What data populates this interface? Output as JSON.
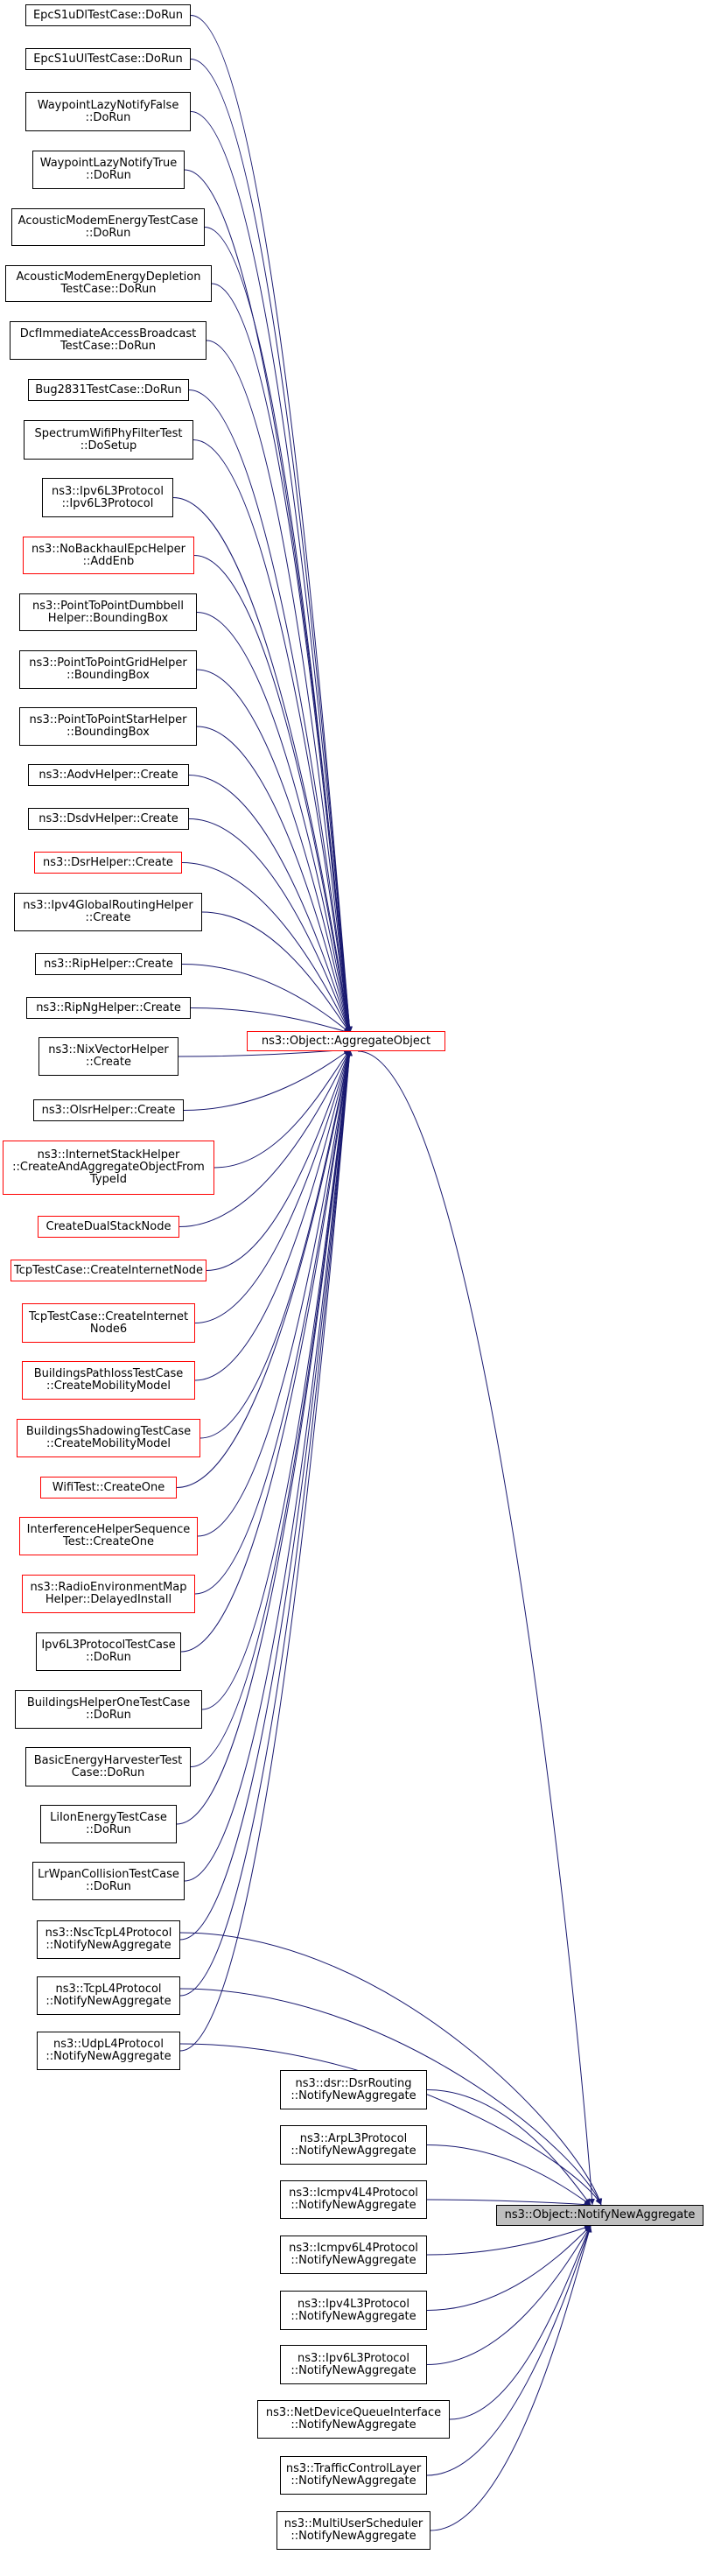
{
  "diagram": {
    "colors": {
      "edge": "#191970",
      "border": "#000000",
      "border_undocumented": "#ff0000",
      "target_fill": "#bfbfbf"
    },
    "root": {
      "lines": [
        "ns3::Object::NotifyNewAggregate"
      ]
    },
    "hub": {
      "lines": [
        "ns3::Object::AggregateObject"
      ],
      "border": "red"
    },
    "callers_of_hub": [
      {
        "lines": [
          "EpcS1uDlTestCase::DoRun"
        ],
        "border": "black"
      },
      {
        "lines": [
          "EpcS1uUlTestCase::DoRun"
        ],
        "border": "black"
      },
      {
        "lines": [
          "WaypointLazyNotifyFalse",
          "::DoRun"
        ],
        "border": "black"
      },
      {
        "lines": [
          "WaypointLazyNotifyTrue",
          "::DoRun"
        ],
        "border": "black"
      },
      {
        "lines": [
          "AcousticModemEnergyTestCase",
          "::DoRun"
        ],
        "border": "black"
      },
      {
        "lines": [
          "AcousticModemEnergyDepletion",
          "TestCase::DoRun"
        ],
        "border": "black"
      },
      {
        "lines": [
          "DcfImmediateAccessBroadcast",
          "TestCase::DoRun"
        ],
        "border": "black"
      },
      {
        "lines": [
          "Bug2831TestCase::DoRun"
        ],
        "border": "black"
      },
      {
        "lines": [
          "SpectrumWifiPhyFilterTest",
          "::DoSetup"
        ],
        "border": "black"
      },
      {
        "lines": [
          "ns3::Ipv6L3Protocol",
          "::Ipv6L3Protocol"
        ],
        "border": "black"
      },
      {
        "lines": [
          "ns3::NoBackhaulEpcHelper",
          "::AddEnb"
        ],
        "border": "red"
      },
      {
        "lines": [
          "ns3::PointToPointDumbbell",
          "Helper::BoundingBox"
        ],
        "border": "black"
      },
      {
        "lines": [
          "ns3::PointToPointGridHelper",
          "::BoundingBox"
        ],
        "border": "black"
      },
      {
        "lines": [
          "ns3::PointToPointStarHelper",
          "::BoundingBox"
        ],
        "border": "black"
      },
      {
        "lines": [
          "ns3::AodvHelper::Create"
        ],
        "border": "black"
      },
      {
        "lines": [
          "ns3::DsdvHelper::Create"
        ],
        "border": "black"
      },
      {
        "lines": [
          "ns3::DsrHelper::Create"
        ],
        "border": "red"
      },
      {
        "lines": [
          "ns3::Ipv4GlobalRoutingHelper",
          "::Create"
        ],
        "border": "black"
      },
      {
        "lines": [
          "ns3::RipHelper::Create"
        ],
        "border": "black"
      },
      {
        "lines": [
          "ns3::RipNgHelper::Create"
        ],
        "border": "black"
      },
      {
        "lines": [
          "ns3::NixVectorHelper",
          "::Create"
        ],
        "border": "black"
      },
      {
        "lines": [
          "ns3::OlsrHelper::Create"
        ],
        "border": "black"
      },
      {
        "lines": [
          "ns3::InternetStackHelper",
          "::CreateAndAggregateObjectFrom",
          "TypeId"
        ],
        "border": "red"
      },
      {
        "lines": [
          "CreateDualStackNode"
        ],
        "border": "red"
      },
      {
        "lines": [
          "TcpTestCase::CreateInternetNode"
        ],
        "border": "red"
      },
      {
        "lines": [
          "TcpTestCase::CreateInternet",
          "Node6"
        ],
        "border": "red"
      },
      {
        "lines": [
          "BuildingsPathlossTestCase",
          "::CreateMobilityModel"
        ],
        "border": "red"
      },
      {
        "lines": [
          "BuildingsShadowingTestCase",
          "::CreateMobilityModel"
        ],
        "border": "red"
      },
      {
        "lines": [
          "WifiTest::CreateOne"
        ],
        "border": "red"
      },
      {
        "lines": [
          "InterferenceHelperSequence",
          "Test::CreateOne"
        ],
        "border": "red"
      },
      {
        "lines": [
          "ns3::RadioEnvironmentMap",
          "Helper::DelayedInstall"
        ],
        "border": "red"
      },
      {
        "lines": [
          "Ipv6L3ProtocolTestCase",
          "::DoRun"
        ],
        "border": "black"
      },
      {
        "lines": [
          "BuildingsHelperOneTestCase",
          "::DoRun"
        ],
        "border": "black"
      },
      {
        "lines": [
          "BasicEnergyHarvesterTest",
          "Case::DoRun"
        ],
        "border": "black"
      },
      {
        "lines": [
          "LiIonEnergyTestCase",
          "::DoRun"
        ],
        "border": "black"
      },
      {
        "lines": [
          "LrWpanCollisionTestCase",
          "::DoRun"
        ],
        "border": "black"
      },
      {
        "lines": [
          "ns3::NscTcpL4Protocol",
          "::NotifyNewAggregate"
        ],
        "border": "black"
      },
      {
        "lines": [
          "ns3::TcpL4Protocol",
          "::NotifyNewAggregate"
        ],
        "border": "black"
      },
      {
        "lines": [
          "ns3::UdpL4Protocol",
          "::NotifyNewAggregate"
        ],
        "border": "black"
      }
    ],
    "callers_of_root": [
      {
        "lines": [
          "ns3::dsr::DsrRouting",
          "::NotifyNewAggregate"
        ],
        "border": "black"
      },
      {
        "lines": [
          "ns3::ArpL3Protocol",
          "::NotifyNewAggregate"
        ],
        "border": "black"
      },
      {
        "lines": [
          "ns3::Icmpv4L4Protocol",
          "::NotifyNewAggregate"
        ],
        "border": "black"
      },
      {
        "lines": [
          "ns3::Icmpv6L4Protocol",
          "::NotifyNewAggregate"
        ],
        "border": "black"
      },
      {
        "lines": [
          "ns3::Ipv4L3Protocol",
          "::NotifyNewAggregate"
        ],
        "border": "black"
      },
      {
        "lines": [
          "ns3::Ipv6L3Protocol",
          "::NotifyNewAggregate"
        ],
        "border": "black"
      },
      {
        "lines": [
          "ns3::NetDeviceQueueInterface",
          "::NotifyNewAggregate"
        ],
        "border": "black"
      },
      {
        "lines": [
          "ns3::TrafficControlLayer",
          "::NotifyNewAggregate"
        ],
        "border": "black"
      },
      {
        "lines": [
          "ns3::MultiUserScheduler",
          "::NotifyNewAggregate"
        ],
        "border": "black"
      }
    ]
  }
}
